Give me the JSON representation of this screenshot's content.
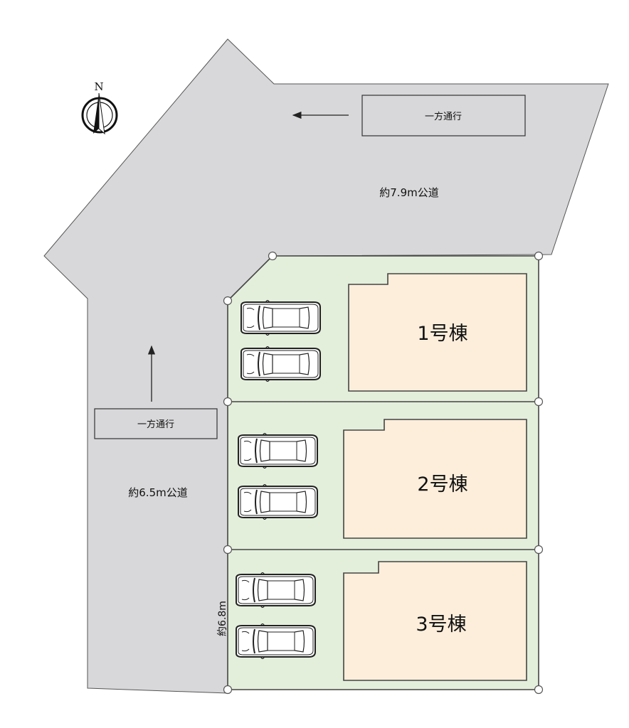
{
  "compass": {
    "north_label": "N"
  },
  "roads": {
    "north": {
      "width_label": "約7.9m公道",
      "direction_label": "一方通行"
    },
    "west": {
      "width_label": "約6.5m公道",
      "direction_label": "一方通行"
    }
  },
  "lots": [
    {
      "building_label": "1号棟"
    },
    {
      "building_label": "2号棟"
    },
    {
      "building_label": "3号棟"
    }
  ],
  "frontage_label": "約6.8m",
  "colors": {
    "road": "#d8d8da",
    "lot": "#e3efdb",
    "building": "#fdeedb",
    "line": "#444444"
  }
}
